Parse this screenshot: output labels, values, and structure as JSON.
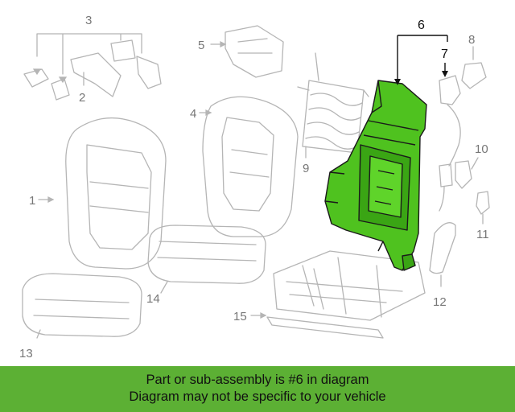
{
  "diagram": {
    "callouts": [
      "1",
      "2",
      "3",
      "4",
      "5",
      "6",
      "7",
      "8",
      "9",
      "10",
      "11",
      "12",
      "13",
      "14",
      "15"
    ],
    "highlight_color": "#4fc21f",
    "line_color": "#b5b5b5"
  },
  "banner": {
    "line1": "Part or sub-assembly is #6 in diagram",
    "line2": "Diagram may not be specific to your vehicle",
    "background": "#5cb034"
  }
}
